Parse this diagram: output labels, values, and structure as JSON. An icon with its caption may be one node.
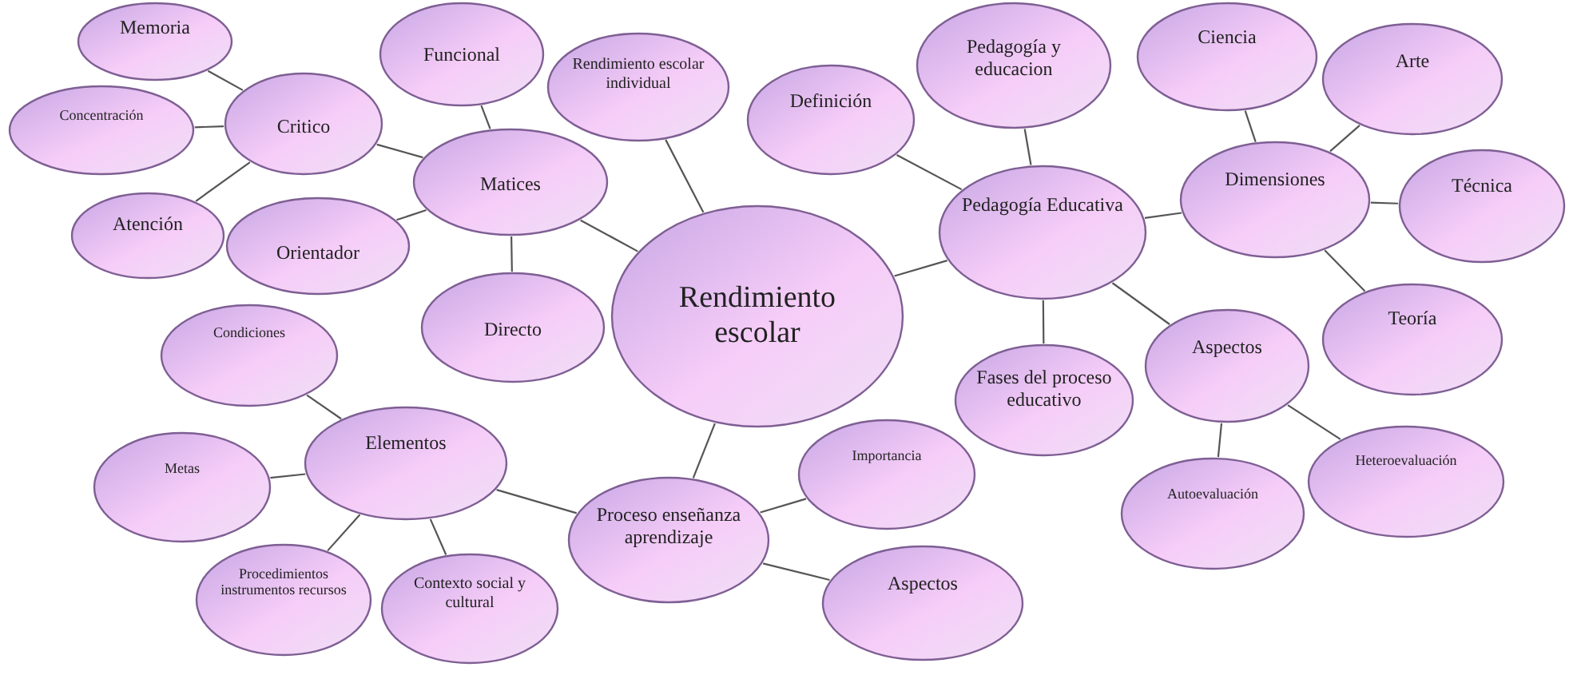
{
  "diagram": {
    "nodes": [
      {
        "text": [
          "Memoria"
        ]
      },
      {
        "text": [
          "Concentración"
        ]
      },
      {
        "text": [
          "Critico"
        ]
      },
      {
        "text": [
          "Atención"
        ]
      },
      {
        "text": [
          "Orientador"
        ]
      },
      {
        "text": [
          "Funcional"
        ]
      },
      {
        "text": [
          "Matices"
        ]
      },
      {
        "text": [
          "Rendimiento escolar individual"
        ]
      },
      {
        "text": [
          "Directo"
        ]
      },
      {
        "text": [
          "Rendimiento escolar"
        ]
      },
      {
        "text": [
          "Definición"
        ]
      },
      {
        "text": [
          "Pedagogía y educacion"
        ]
      },
      {
        "text": [
          "Pedagogía Educativa"
        ]
      },
      {
        "text": [
          "Ciencia"
        ]
      },
      {
        "text": [
          "Arte"
        ]
      },
      {
        "text": [
          "Dimensiones"
        ]
      },
      {
        "text": [
          "Técnica"
        ]
      },
      {
        "text": [
          "Teoría"
        ]
      },
      {
        "text": [
          "Fases del proceso educativo"
        ]
      },
      {
        "text": [
          "Aspectos"
        ]
      },
      {
        "text": [
          "Condiciones"
        ]
      },
      {
        "text": [
          "Elementos"
        ]
      },
      {
        "text": [
          "Metas"
        ]
      },
      {
        "text": [
          "Procedimientos instrumentos recursos"
        ]
      },
      {
        "text": [
          "Contexto social y cultural"
        ]
      },
      {
        "text": [
          "Proceso enseñanza aprendizaje"
        ]
      },
      {
        "text": [
          "Importancia"
        ]
      },
      {
        "text": [
          "Aspectos"
        ]
      },
      {
        "text": [
          "Autoevaluación"
        ]
      },
      {
        "text": [
          "Heteroevaluación"
        ]
      }
    ],
    "edges": [
      {
        "from": 0,
        "to": 2,
        "arrow": "none"
      },
      {
        "from": 1,
        "to": 2,
        "arrow": "none"
      },
      {
        "from": 3,
        "to": 2,
        "arrow": "none"
      },
      {
        "from": 2,
        "to": 6,
        "arrow": "none"
      },
      {
        "from": 4,
        "to": 6,
        "arrow": "none"
      },
      {
        "from": 5,
        "to": 6,
        "arrow": "none"
      },
      {
        "from": 6,
        "to": 8,
        "arrow": "none"
      },
      {
        "from": 6,
        "to": 9,
        "arrow": "none"
      },
      {
        "from": 7,
        "to": 9,
        "arrow": "none"
      },
      {
        "from": 9,
        "to": 12,
        "arrow": "none"
      },
      {
        "from": 10,
        "to": 12,
        "arrow": "none"
      },
      {
        "from": 11,
        "to": 12,
        "arrow": "none"
      },
      {
        "from": 12,
        "to": 15,
        "arrow": "none"
      },
      {
        "from": 12,
        "to": 19,
        "arrow": "none"
      },
      {
        "from": 12,
        "to": 18,
        "arrow": "none"
      },
      {
        "from": 15,
        "to": 13,
        "arrow": "none"
      },
      {
        "from": 15,
        "to": 14,
        "arrow": "none"
      },
      {
        "from": 15,
        "to": 16,
        "arrow": "none"
      },
      {
        "from": 15,
        "to": 17,
        "arrow": "none"
      },
      {
        "from": 19,
        "to": 28,
        "arrow": "none"
      },
      {
        "from": 19,
        "to": 29,
        "arrow": "none"
      },
      {
        "from": 9,
        "to": 25,
        "arrow": "none"
      },
      {
        "from": 25,
        "to": 26,
        "arrow": "none"
      },
      {
        "from": 25,
        "to": 27,
        "arrow": "none"
      },
      {
        "from": 21,
        "to": 25,
        "arrow": "none"
      },
      {
        "from": 20,
        "to": 21,
        "arrow": "none"
      },
      {
        "from": 22,
        "to": 21,
        "arrow": "none"
      },
      {
        "from": 23,
        "to": 21,
        "arrow": "none"
      },
      {
        "from": 24,
        "to": 21,
        "arrow": "none"
      }
    ]
  }
}
